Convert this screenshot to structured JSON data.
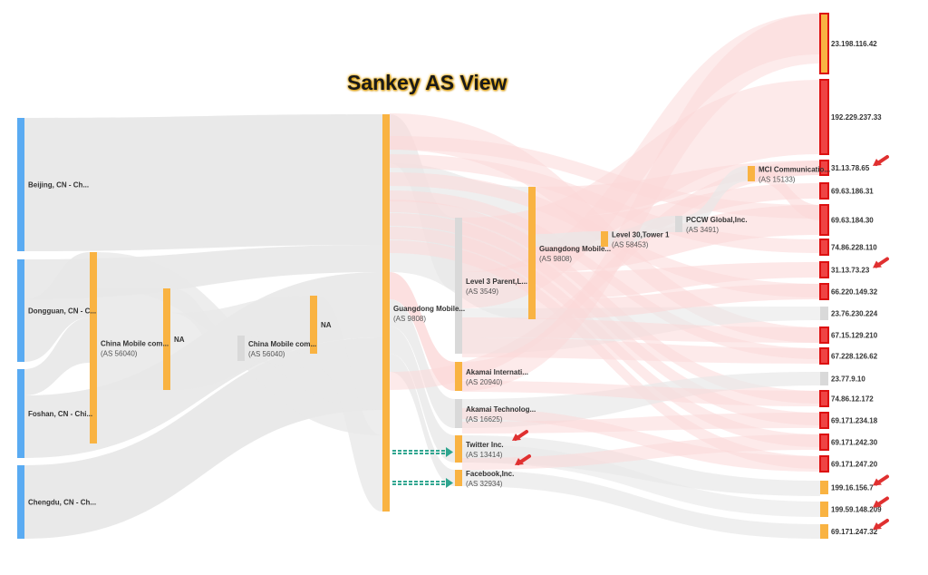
{
  "title": "Sankey AS View",
  "colors": {
    "source_node": "#5aabf2",
    "as_node": "#f9b342",
    "gray_node": "#d9d9d9",
    "flow_gray": "#e8e8e8",
    "flow_red": "#fbd8d8",
    "dest_red_fill": "#ef4444",
    "dest_red_stroke": "#dd1111",
    "arrow_red": "#e03030",
    "arrow_teal": "#2fa58f"
  },
  "sources": [
    {
      "id": "beijing",
      "label": "Beijing, CN - Ch..."
    },
    {
      "id": "dongguan",
      "label": "Dongguan, CN - C..."
    },
    {
      "id": "foshan",
      "label": "Foshan, CN - Chi..."
    },
    {
      "id": "chengdu",
      "label": "Chengdu, CN - Ch..."
    }
  ],
  "as_nodes": [
    {
      "id": "cm1",
      "label": "China Mobile com...",
      "asn": "(AS 56040)"
    },
    {
      "id": "na1",
      "label": "NA",
      "asn": ""
    },
    {
      "id": "cm2",
      "label": "China Mobile com...",
      "asn": "(AS 56040)"
    },
    {
      "id": "na2",
      "label": "NA",
      "asn": ""
    },
    {
      "id": "gd1",
      "label": "Guangdong Mobile...",
      "asn": "(AS 9808)"
    },
    {
      "id": "l3",
      "label": "Level 3 Parent,L...",
      "asn": "(AS 3549)"
    },
    {
      "id": "gd2",
      "label": "Guangdong Mobile...",
      "asn": "(AS 9808)"
    },
    {
      "id": "ak1",
      "label": "Akamai Internati...",
      "asn": "(AS 20940)"
    },
    {
      "id": "ak2",
      "label": "Akamai Technolog...",
      "asn": "(AS 16625)"
    },
    {
      "id": "tw",
      "label": "Twitter Inc.",
      "asn": "(AS 13414)"
    },
    {
      "id": "fb",
      "label": "Facebook,Inc.",
      "asn": "(AS 32934)"
    },
    {
      "id": "l30",
      "label": "Level 30,Tower 1",
      "asn": "(AS 58453)"
    },
    {
      "id": "pccw",
      "label": "PCCW Global,Inc.",
      "asn": "(AS 3491)"
    },
    {
      "id": "mci",
      "label": "MCI Communicatio...",
      "asn": "(AS 15133)"
    }
  ],
  "destinations": [
    {
      "ip": "23.198.116.42",
      "style": "orange-red"
    },
    {
      "ip": "192.229.237.33",
      "style": "red"
    },
    {
      "ip": "31.13.78.65",
      "style": "red",
      "arrow": true
    },
    {
      "ip": "69.63.186.31",
      "style": "red"
    },
    {
      "ip": "69.63.184.30",
      "style": "red"
    },
    {
      "ip": "74.86.228.110",
      "style": "red"
    },
    {
      "ip": "31.13.73.23",
      "style": "red",
      "arrow": true
    },
    {
      "ip": "66.220.149.32",
      "style": "red"
    },
    {
      "ip": "23.76.230.224",
      "style": "gray"
    },
    {
      "ip": "67.15.129.210",
      "style": "red"
    },
    {
      "ip": "67.228.126.62",
      "style": "red"
    },
    {
      "ip": "23.77.9.10",
      "style": "gray"
    },
    {
      "ip": "74.86.12.172",
      "style": "red"
    },
    {
      "ip": "69.171.234.18",
      "style": "red"
    },
    {
      "ip": "69.171.242.30",
      "style": "red"
    },
    {
      "ip": "69.171.247.20",
      "style": "red"
    },
    {
      "ip": "199.16.156.7",
      "style": "orange",
      "arrow": true
    },
    {
      "ip": "199.59.148.209",
      "style": "orange",
      "arrow": true
    },
    {
      "ip": "69.171.247.32",
      "style": "orange",
      "arrow": true
    }
  ]
}
